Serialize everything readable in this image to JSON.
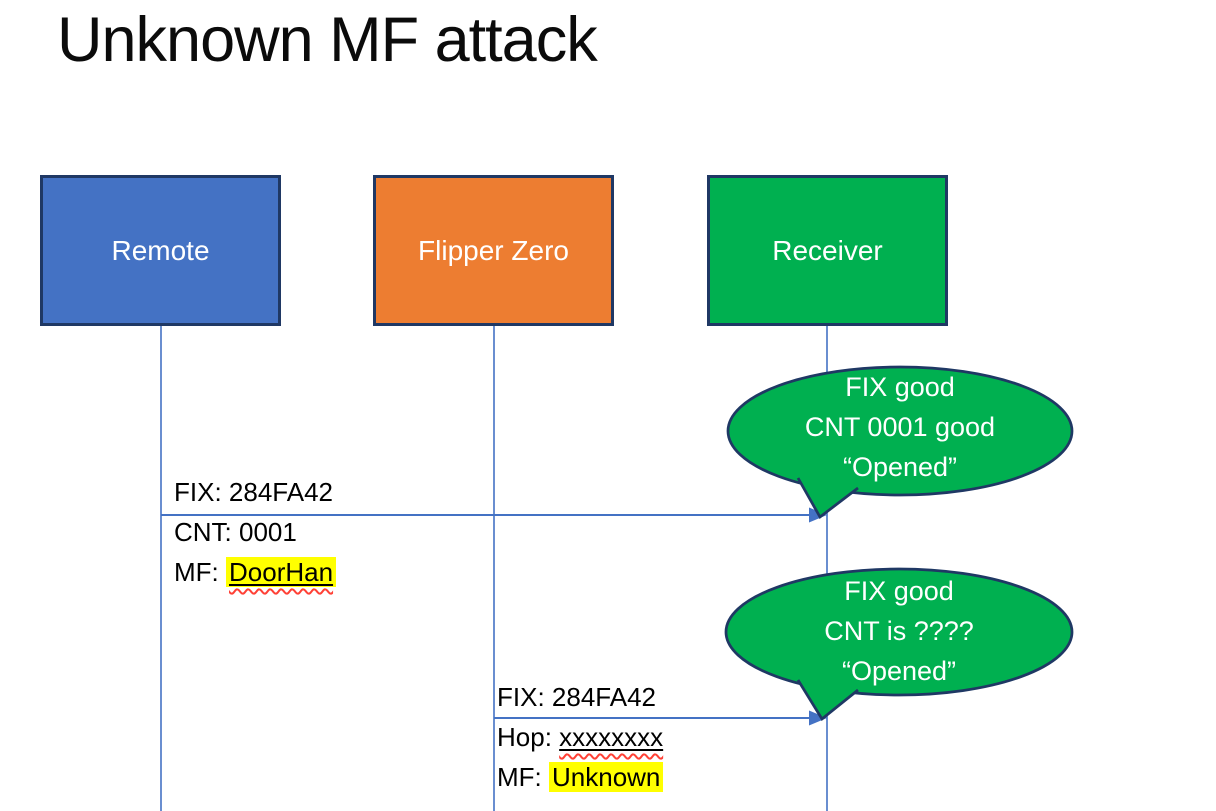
{
  "title": "Unknown MF attack",
  "actors": [
    {
      "label": "Remote",
      "fill": "#4472C4"
    },
    {
      "label": "Flipper Zero",
      "fill": "#ED7D31"
    },
    {
      "label": "Receiver",
      "fill": "#00B050"
    }
  ],
  "messages": [
    {
      "from": "Remote",
      "to": "Receiver",
      "fix": "FIX: 284FA42",
      "cnt": "CNT: 0001",
      "mf_prefix": "MF: ",
      "mf_value": "DoorHan"
    },
    {
      "from": "Flipper Zero",
      "to": "Receiver",
      "fix": "FIX: 284FA42",
      "hop_prefix": "Hop: ",
      "hop_value": "xxxxxxxx",
      "mf_prefix": "MF: ",
      "mf_value": "Unknown"
    }
  ],
  "callouts": [
    {
      "line1": "FIX good",
      "line2": "CNT 0001 good",
      "line3": "“Opened”"
    },
    {
      "line1": "FIX good",
      "line2": "CNT is ????",
      "line3": "“Opened”"
    }
  ],
  "colors": {
    "remote_fill": "#4472C4",
    "flipper_fill": "#ED7D31",
    "receiver_fill": "#00B050",
    "shape_outline": "#1F3864",
    "line_blue": "#4472C4",
    "bubble_fill": "#00B050",
    "highlight_yellow": "#FFFF00",
    "squiggle_red": "#FF4136",
    "text_black": "#000000",
    "text_white": "#FFFFFF"
  }
}
